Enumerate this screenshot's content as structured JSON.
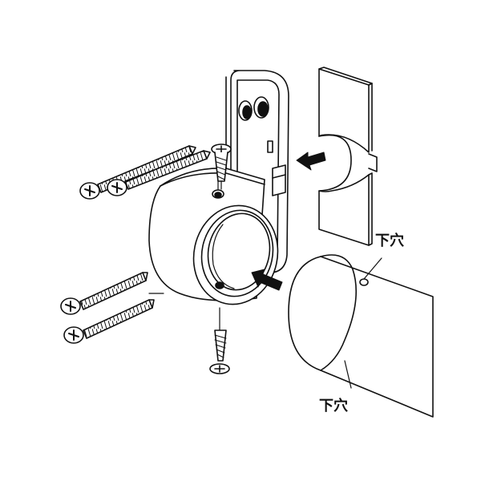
{
  "labels": {
    "pilot_hole_upper": "下穴",
    "pilot_hole_lower": "下穴"
  },
  "colors": {
    "line": "#111111",
    "fill": "#ffffff",
    "hole_shadow": "#1a1a1a",
    "background": "#ffffff"
  },
  "icons": {
    "screw": "phillips-flat-head-wood-screw",
    "arrow": "solid-assembly-arrow"
  }
}
